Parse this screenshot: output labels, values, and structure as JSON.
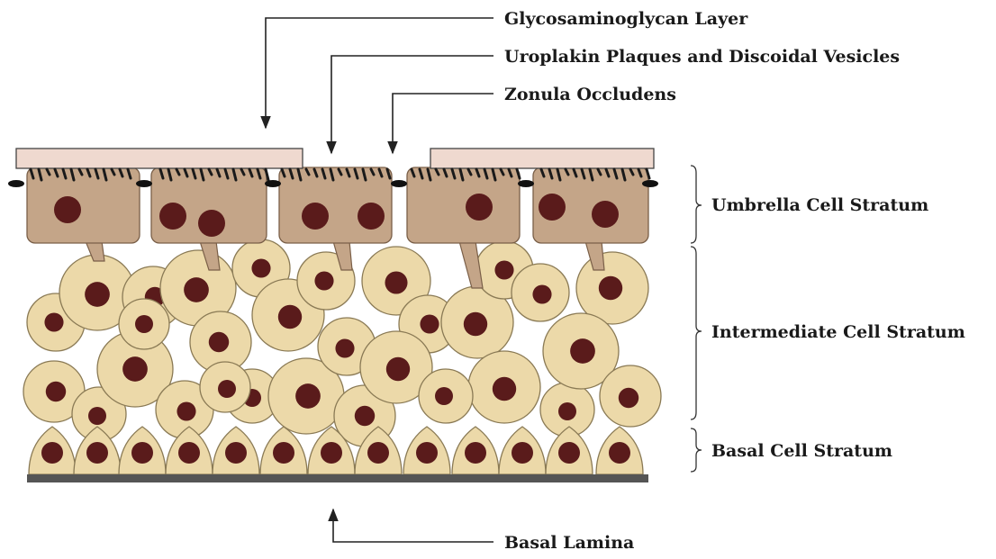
{
  "labels": {
    "gag_layer": "Glycosaminoglycan Layer",
    "uroplakin": "Uroplakin Plaques and Discoidal Vesicles",
    "zonula": "Zonula Occludens",
    "umbrella": "Umbrella Cell Stratum",
    "intermediate": "Intermediate Cell Stratum",
    "basal_stratum": "Basal Cell Stratum",
    "basal_lamina": "Basal Lamina"
  },
  "colors": {
    "gag_layer": "#efd9cf",
    "umbrella_cell": "#c4a588",
    "intermediate_cell": "#ecd9a9",
    "nucleus": "#5a1b1b",
    "lamina": "#555555",
    "line": "#222222"
  }
}
